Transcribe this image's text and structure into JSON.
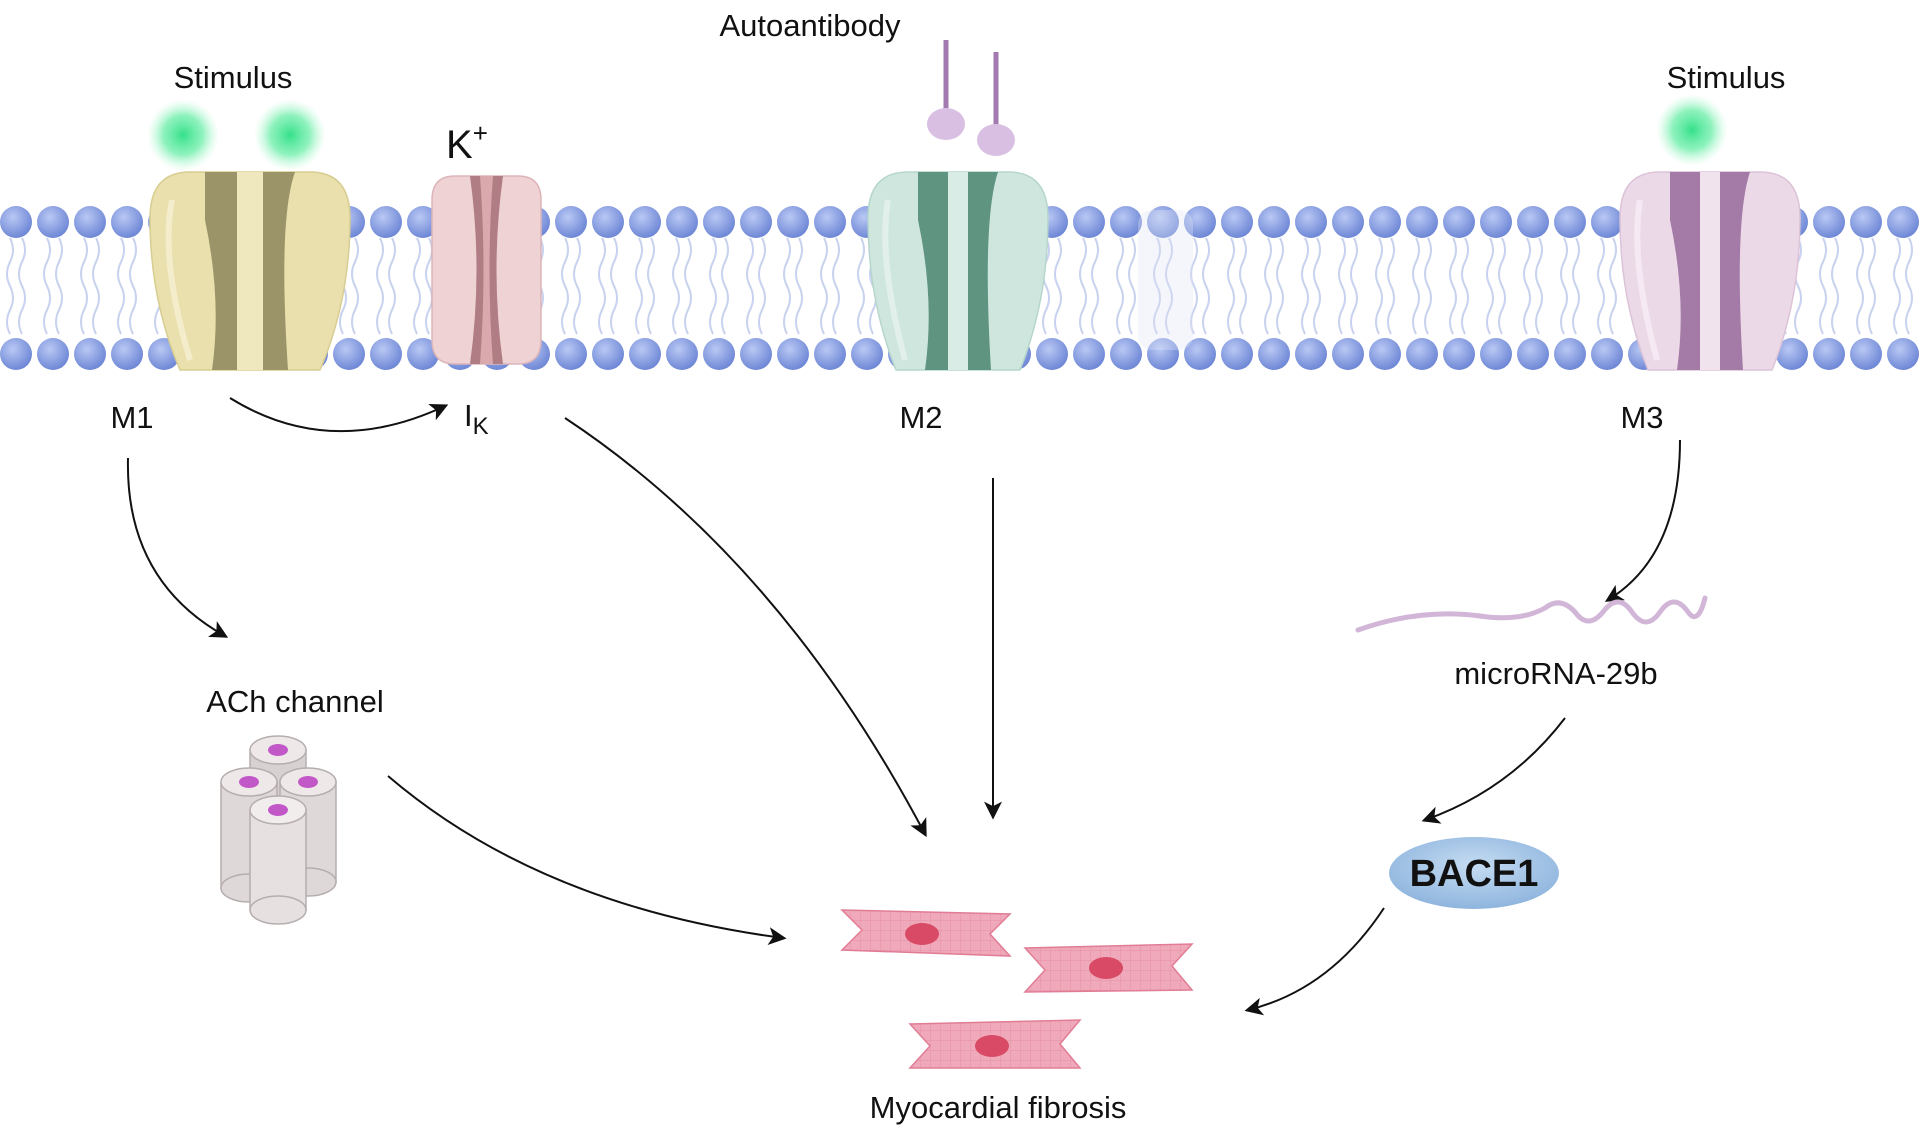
{
  "labels": {
    "stimulus_left": "Stimulus",
    "stimulus_right": "Stimulus",
    "autoantibody": "Autoantibody",
    "k_ion_main": "K",
    "k_ion_sup": "+",
    "ik_main": "I",
    "ik_sub": "K",
    "m1": "M1",
    "m2": "M2",
    "m3": "M3",
    "ach_channel": "ACh channel",
    "microrna": "microRNA-29b",
    "bace1": "BACE1",
    "outcome": "Myocardial fibrosis"
  },
  "colors": {
    "lipid_head": "#8fa6e8",
    "lipid_head_dark": "#6f88d6",
    "lipid_tail": "#c8d2ee",
    "stimulus_glow": "#35e08a",
    "m1_receptor": "#e9e0ad",
    "m1_receptor_dark": "#9a9468",
    "ik_channel": "#efd2d4",
    "ik_channel_dark": "#b07d84",
    "m2_receptor": "#cfe6df",
    "m2_receptor_dark": "#5f9481",
    "m3_receptor": "#ecd9e8",
    "m3_receptor_dark": "#a47ba6",
    "autoantibody": "#a27ab0",
    "autoantibody_head": "#d9c0e2",
    "ach_cylinder": "#e6e0e0",
    "ach_core": "#c258c8",
    "microrna": "#d2b6d8",
    "bace1_fill": "#a9c8e8",
    "cell_fill": "#f0a9ba",
    "cell_nucleus": "#d84a66",
    "arrow": "#111111"
  }
}
